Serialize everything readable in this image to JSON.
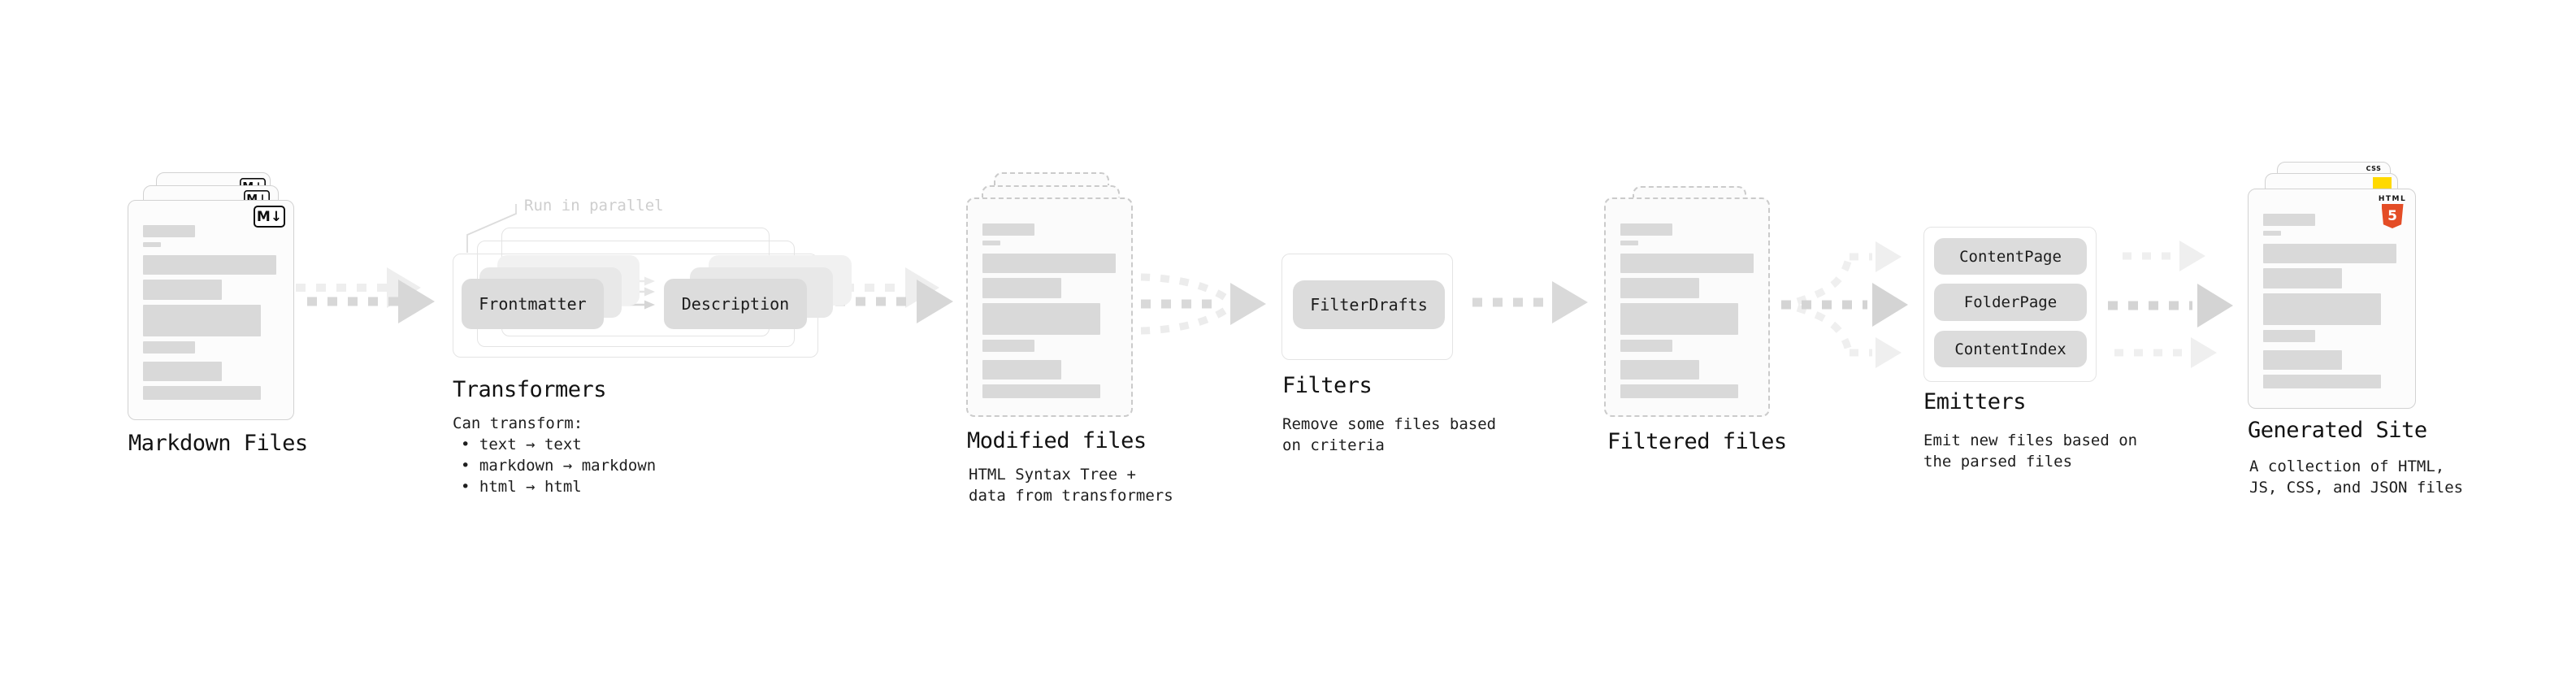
{
  "stages": {
    "markdown_files": {
      "title": "Markdown Files"
    },
    "transformers": {
      "title": "Transformers",
      "annotation": "Run in parallel",
      "boxes": [
        "Frontmatter",
        "Description"
      ],
      "desc_lines": [
        "Can transform:",
        "• text → text",
        "• markdown → markdown",
        "• html → html"
      ]
    },
    "modified_files": {
      "title": "Modified files",
      "subtitle": "HTML Syntax Tree +\ndata from transformers"
    },
    "filters": {
      "title": "Filters",
      "subtitle": "Remove some files based\non criteria",
      "boxes": [
        "FilterDrafts"
      ]
    },
    "filtered_files": {
      "title": "Filtered files"
    },
    "emitters": {
      "title": "Emitters",
      "subtitle": "Emit new files based on\nthe parsed files",
      "boxes": [
        "ContentPage",
        "FolderPage",
        "ContentIndex"
      ]
    },
    "generated_site": {
      "title": "Generated Site",
      "subtitle": "A collection of HTML,\nJS, CSS, and JSON files"
    }
  },
  "badges": {
    "markdown": "M↓",
    "css_label": "CSS",
    "html5_label": "HTML",
    "html5_number": "5"
  },
  "colors": {
    "html5_orange": "#e44d26",
    "js_yellow": "#ffd900",
    "css_blue": "#2862e9"
  }
}
